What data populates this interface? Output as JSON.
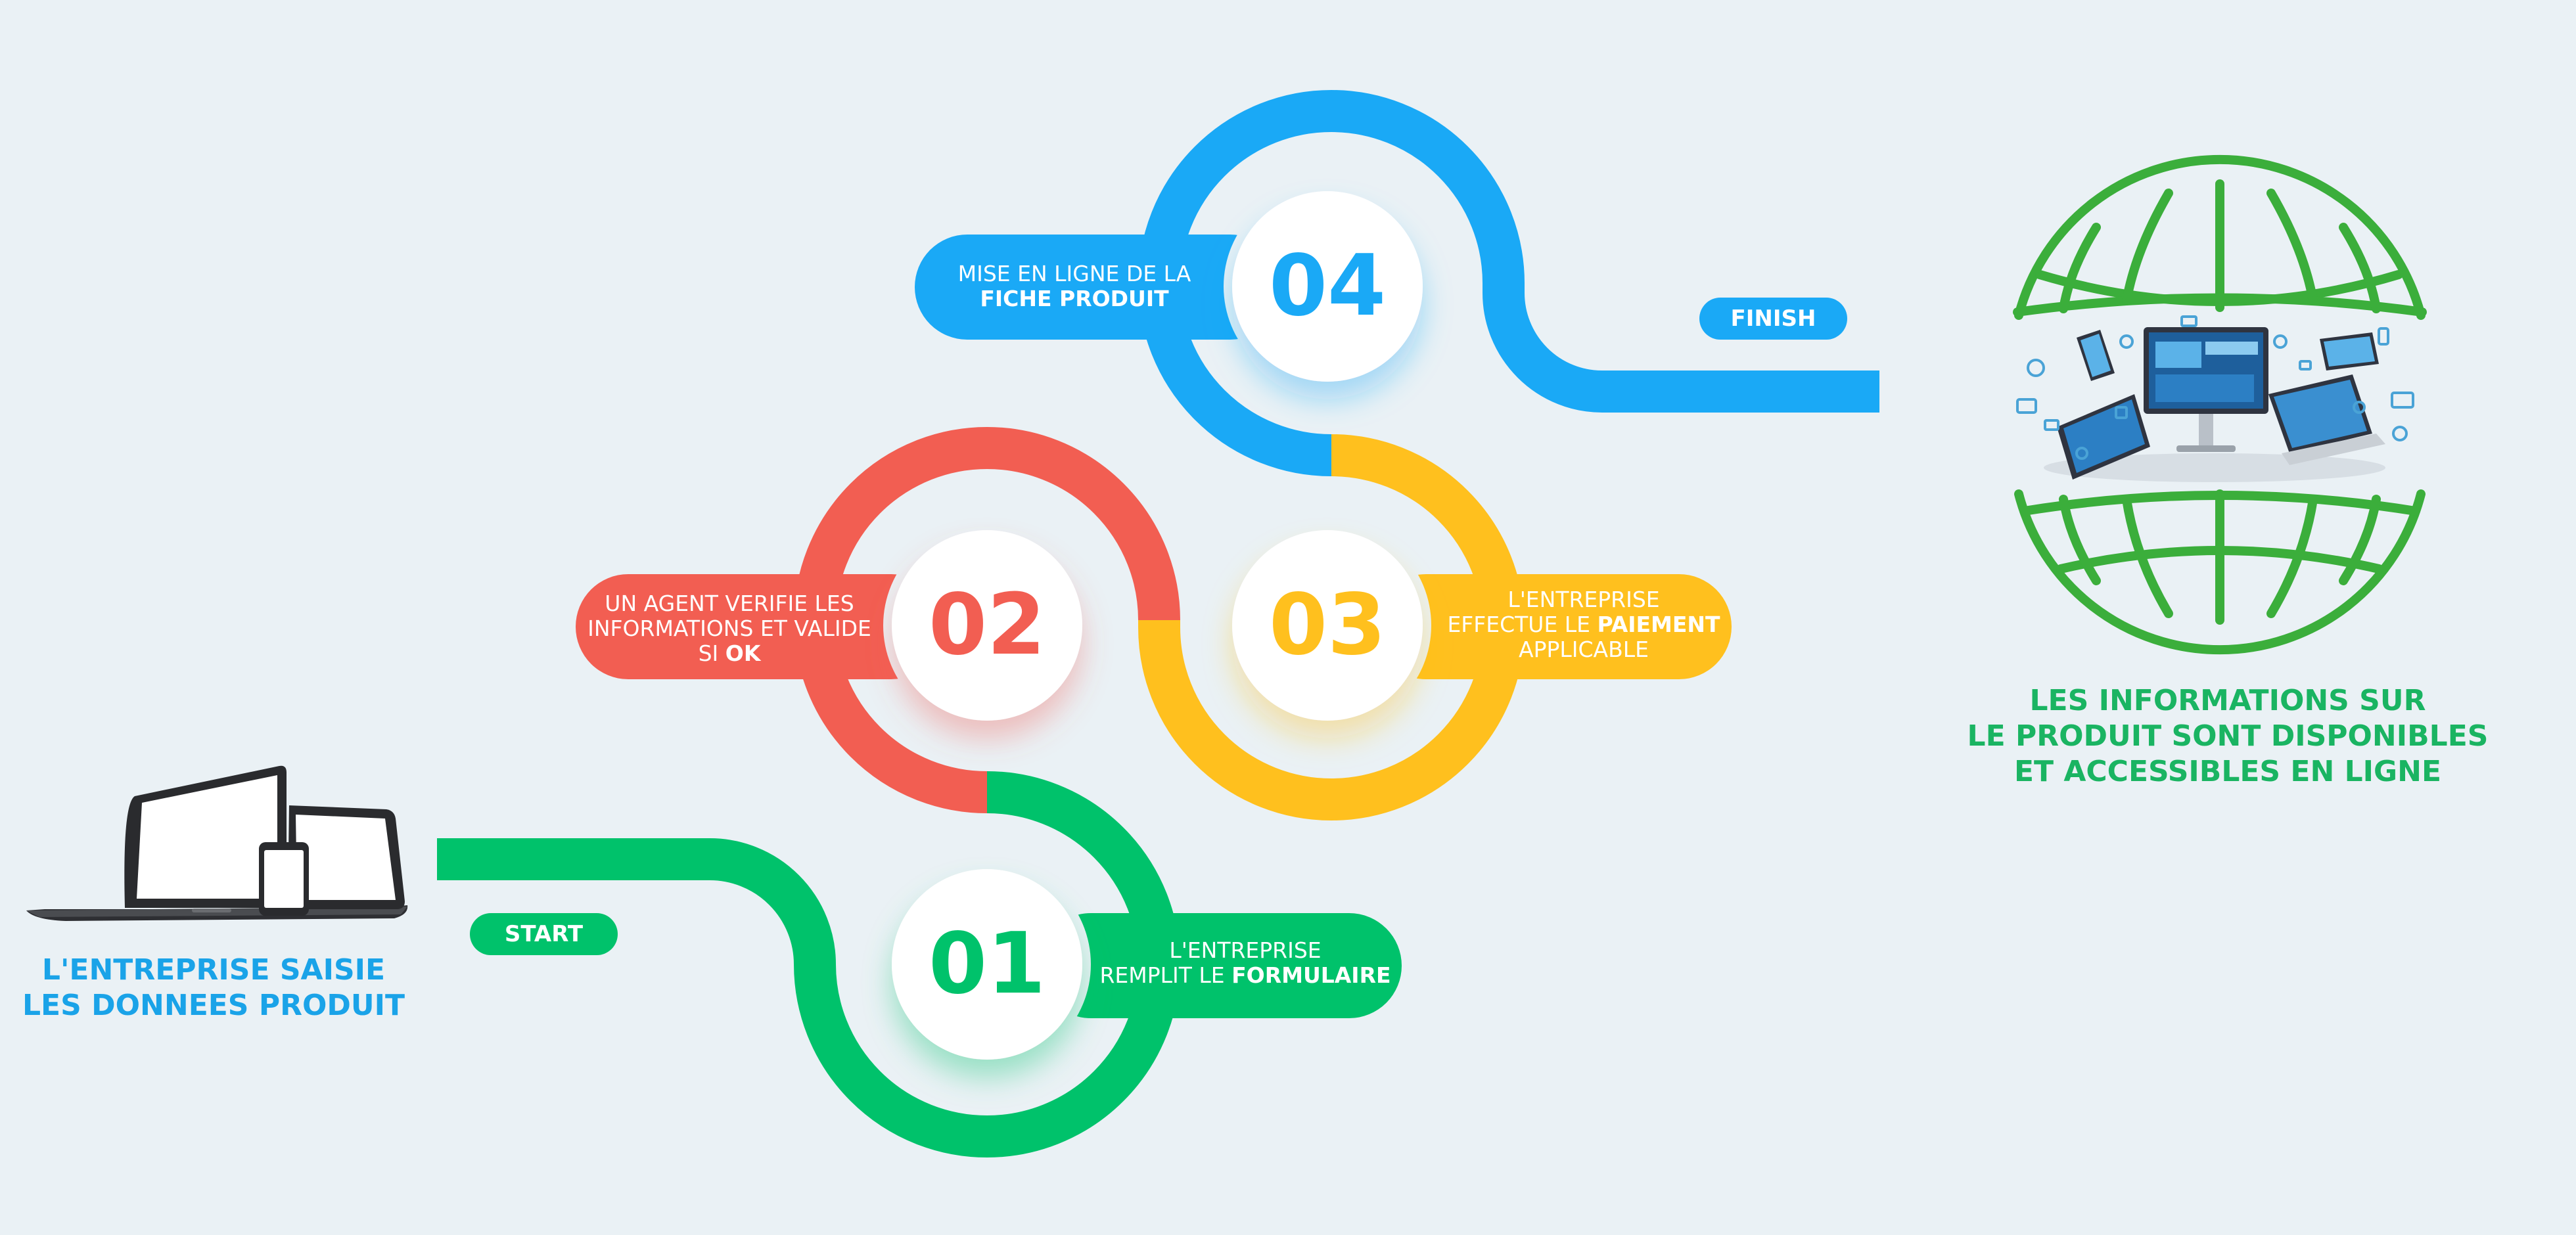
{
  "colors": {
    "background": "#EAF1F5",
    "step1": "#00C26B",
    "step2": "#F25E52",
    "step3": "#FFC01E",
    "step4": "#1AA9F6",
    "left_caption": "#1AA3E8",
    "right_caption": "#1AB462",
    "globe": "#3BAE3B"
  },
  "start_label": "START",
  "finish_label": "FINISH",
  "left_caption": {
    "line1": "L'ENTREPRISE SAISIE",
    "line2": "LES DONNEES PRODUIT"
  },
  "right_caption": {
    "line1": "LES INFORMATIONS SUR",
    "line2": "LE PRODUIT SONT DISPONIBLES",
    "line3": "ET ACCESSIBLES EN LIGNE"
  },
  "steps": [
    {
      "number": "01",
      "color": "#00C26B",
      "line1": "L'ENTREPRISE",
      "line2_normal": "REMPLIT LE ",
      "line2_bold": "FORMULAIRE"
    },
    {
      "number": "02",
      "color": "#F25E52",
      "line1": "UN AGENT VERIFIE LES",
      "line2": "INFORMATIONS ET VALIDE",
      "line3_normal": "SI ",
      "line3_bold": "OK"
    },
    {
      "number": "03",
      "color": "#FFC01E",
      "line1": "L'ENTREPRISE",
      "line2_normal": "EFFECTUE LE ",
      "line2_bold": "PAIEMENT",
      "line3": "APPLICABLE"
    },
    {
      "number": "04",
      "color": "#1AA9F6",
      "line1": "MISE EN LIGNE DE LA",
      "line2_bold": "FICHE PRODUIT"
    }
  ],
  "icons": {
    "left_devices": "laptop-tablet-phone-icon",
    "right_globe": "globe-devices-icon"
  }
}
